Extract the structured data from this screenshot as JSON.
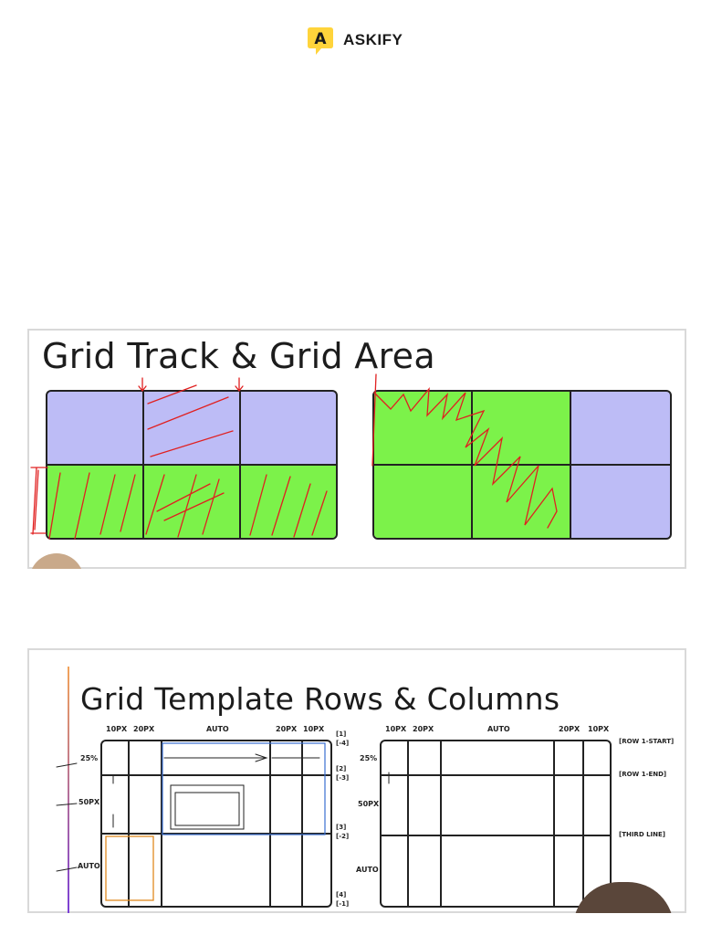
{
  "brand": {
    "name": "ASKIFY",
    "logo_letter": "A",
    "color": "#ffd43b"
  },
  "slides": [
    {
      "title": "Grid Track & Grid Area",
      "colors": {
        "purple": "#bdbcf6",
        "green": "#7cf24a",
        "annotation": "#e02020"
      }
    },
    {
      "title": "Grid Template Rows & Columns",
      "left_grid": {
        "col_labels": [
          "10PX",
          "20PX",
          "AUTO",
          "20PX",
          "10PX"
        ],
        "row_labels": [
          "25%",
          "50PX",
          "AUTO"
        ],
        "line_numbers": [
          "[1]",
          "[-4]",
          "[2]",
          "[-3]",
          "[3]",
          "[-2]",
          "[4]",
          "[-1]"
        ]
      },
      "right_grid": {
        "col_labels": [
          "10PX",
          "20PX",
          "AUTO",
          "20PX",
          "10PX"
        ],
        "row_labels": [
          "25%",
          "50PX",
          "AUTO"
        ],
        "line_names": [
          "[ROW 1-START]",
          "[ROW 1-END]",
          "[THIRD LINE]"
        ]
      }
    }
  ]
}
